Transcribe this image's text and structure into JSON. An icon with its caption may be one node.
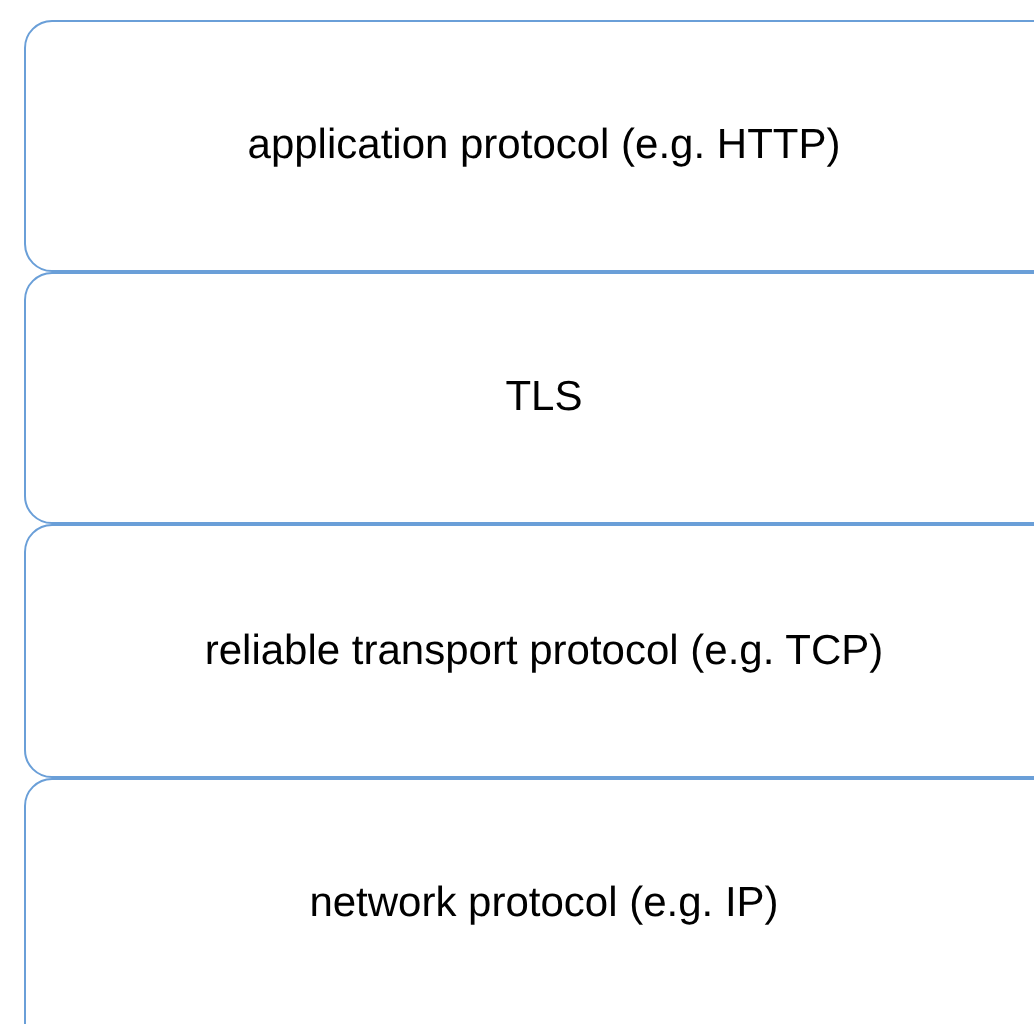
{
  "diagram": {
    "nodes": [
      {
        "text": [
          "application protocol (e.g. HTTP)"
        ]
      },
      {
        "text": [
          "TLS"
        ]
      },
      {
        "text": [
          "reliable transport protocol (e.g. TCP)"
        ]
      },
      {
        "text": [
          "network protocol (e.g. IP)"
        ]
      }
    ]
  }
}
